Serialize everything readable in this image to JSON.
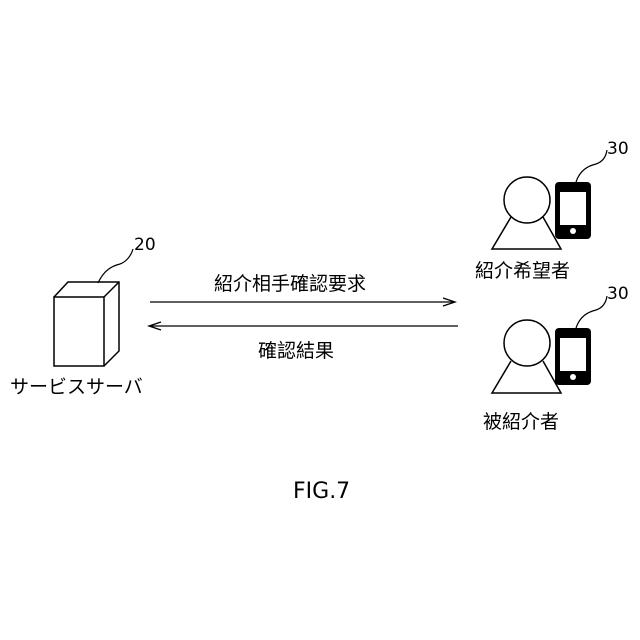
{
  "server": {
    "label": "サービスサーバ",
    "ref": "20"
  },
  "requester": {
    "label": "紹介希望者",
    "ref": "30"
  },
  "introducee": {
    "label": "被紹介者",
    "ref": "30"
  },
  "arrows": {
    "request_label": "紹介相手確認要求",
    "result_label": "確認結果"
  },
  "figure_caption": "FIG.7"
}
